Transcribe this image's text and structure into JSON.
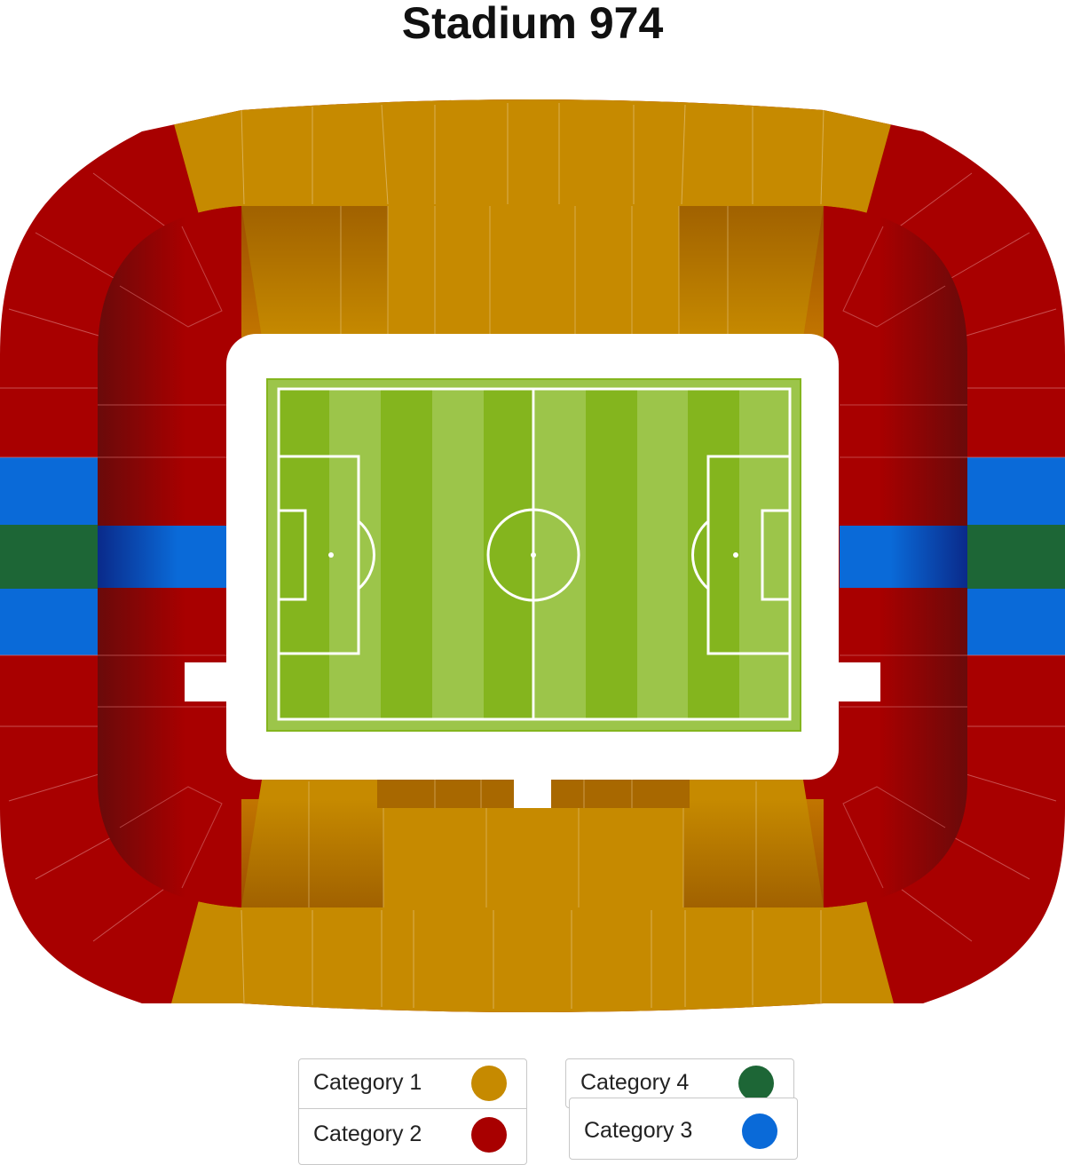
{
  "title": "Stadium 974",
  "colors": {
    "category_1": "#c68a00",
    "category_2": "#a80000",
    "category_3": "#0a6ad8",
    "category_4": "#1d6636",
    "pitch_dark": "#84b51e",
    "pitch_light": "#9cc54a",
    "pitch_lines": "#ffffff"
  },
  "legend": {
    "left": [
      {
        "label": "Category 1",
        "color": "#c68a00"
      },
      {
        "label": "Category 2",
        "color": "#a80000"
      }
    ],
    "right": [
      {
        "label": "Category 4",
        "color": "#1d6636"
      },
      {
        "label": "Category 3",
        "color": "#0a6ad8"
      }
    ]
  }
}
